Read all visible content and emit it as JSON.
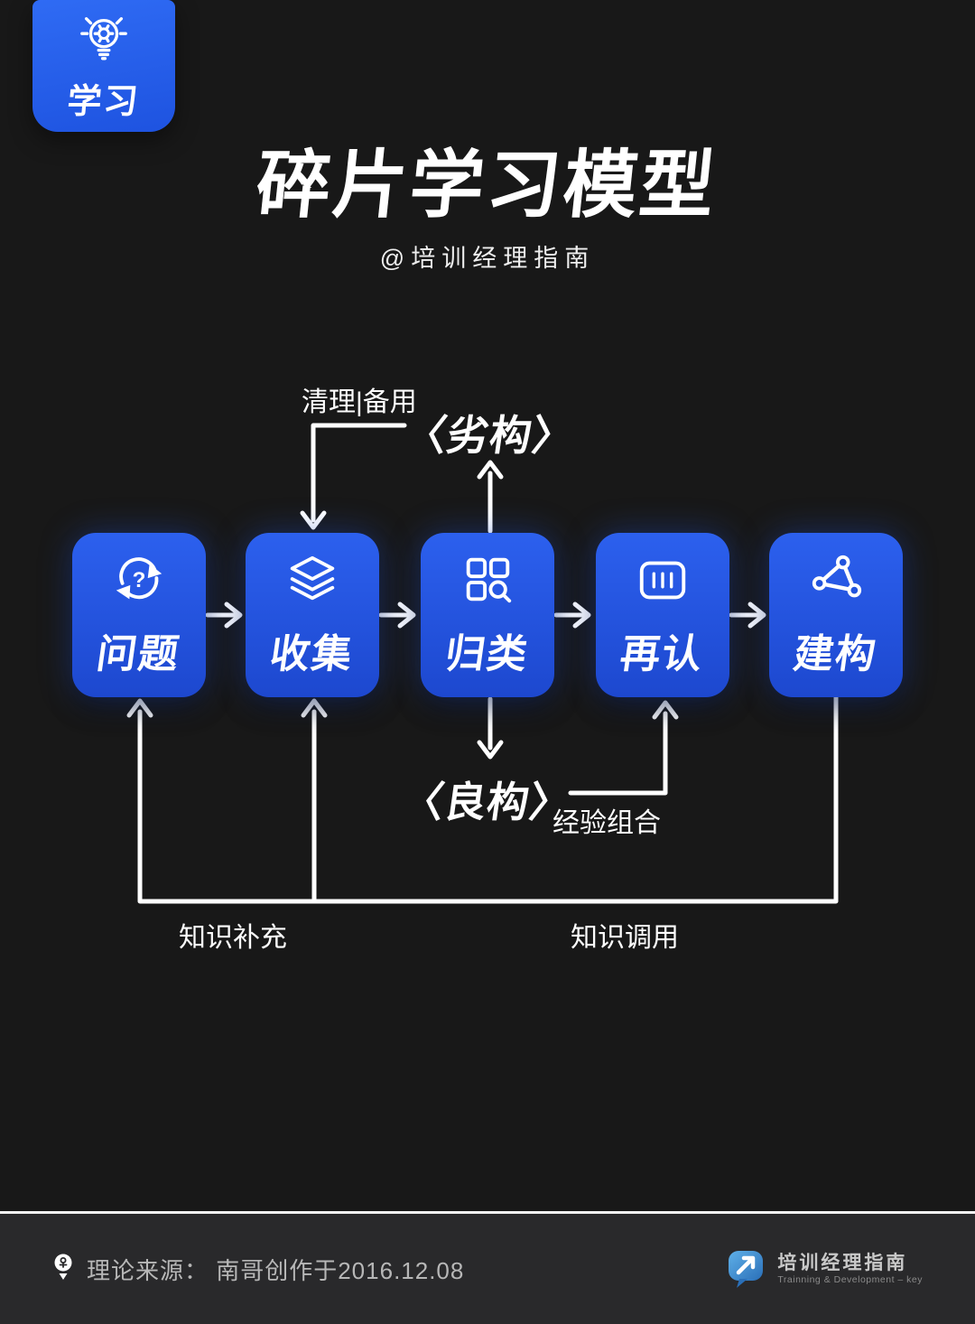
{
  "badge": {
    "label": "学习",
    "icon": "lightbulb-gear-icon",
    "color": "#2f6bf4"
  },
  "header": {
    "title": "碎片学习模型",
    "subtitle": "@培训经理指南"
  },
  "flow": {
    "nodes": [
      {
        "label": "问题",
        "icon": "refresh-question-icon"
      },
      {
        "label": "收集",
        "icon": "layers-stack-icon"
      },
      {
        "label": "归类",
        "icon": "grid-search-icon"
      },
      {
        "label": "再认",
        "icon": "card-lines-icon"
      },
      {
        "label": "建构",
        "icon": "node-triangle-icon"
      }
    ],
    "annotations": {
      "clean_backup": "清理|备用",
      "ill_structured": "〈劣构〉",
      "well_structured": "〈良构〉",
      "experience_combo": "经验组合",
      "knowledge_supplement": "知识补充",
      "knowledge_recall": "知识调用"
    }
  },
  "footer": {
    "source": "理论来源： 南哥创作于2016.12.08",
    "logo_name": "培训经理指南",
    "logo_tagline": "Trainning & Development – key"
  },
  "colors": {
    "background": "#181818",
    "accent_blue": "#2556e0",
    "footer_background": "#29292b",
    "line": "#ffffff",
    "logo_blue": "#4a9ad8"
  }
}
